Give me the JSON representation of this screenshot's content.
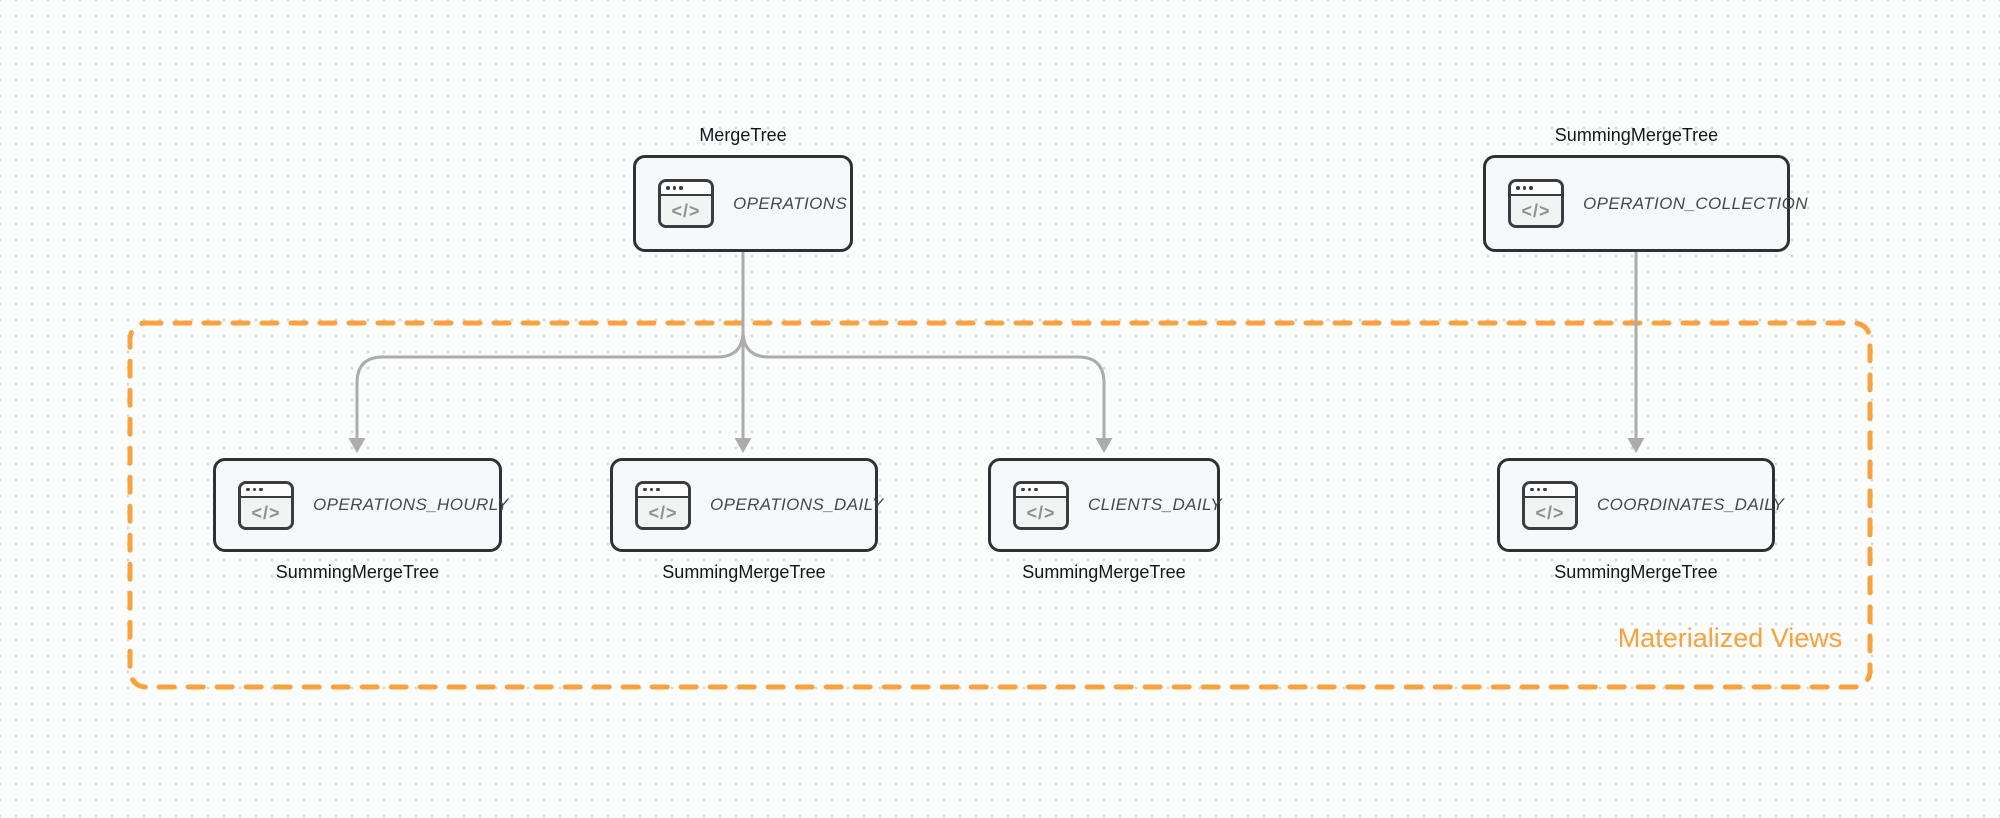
{
  "canvas": {
    "background_dot_color": "#d9dbdd",
    "accent_orange": "#F9A13C",
    "arrow_gray": "#ACACAC"
  },
  "group": {
    "label": "Materialized Views"
  },
  "icons": {
    "code_glyph": "</>"
  },
  "nodes": [
    {
      "id": "operations",
      "title": "OPERATIONS",
      "engine": "MergeTree",
      "engine_position": "above"
    },
    {
      "id": "operation-collection",
      "title": "OPERATION_COLLECTION",
      "engine": "SummingMergeTree",
      "engine_position": "above"
    },
    {
      "id": "operations-hourly",
      "title": "OPERATIONS_HOURLY",
      "engine": "SummingMergeTree",
      "engine_position": "below"
    },
    {
      "id": "operations-daily",
      "title": "OPERATIONS_DAILY",
      "engine": "SummingMergeTree",
      "engine_position": "below"
    },
    {
      "id": "clients-daily",
      "title": "CLIENTS_DAILY",
      "engine": "SummingMergeTree",
      "engine_position": "below"
    },
    {
      "id": "coordinates-daily",
      "title": "COORDINATES_DAILY",
      "engine": "SummingMergeTree",
      "engine_position": "below"
    }
  ],
  "edges": [
    {
      "from": "OPERATIONS",
      "to": "OPERATIONS_HOURLY"
    },
    {
      "from": "OPERATIONS",
      "to": "OPERATIONS_DAILY"
    },
    {
      "from": "OPERATIONS",
      "to": "CLIENTS_DAILY"
    },
    {
      "from": "OPERATION_COLLECTION",
      "to": "COORDINATES_DAILY"
    }
  ]
}
